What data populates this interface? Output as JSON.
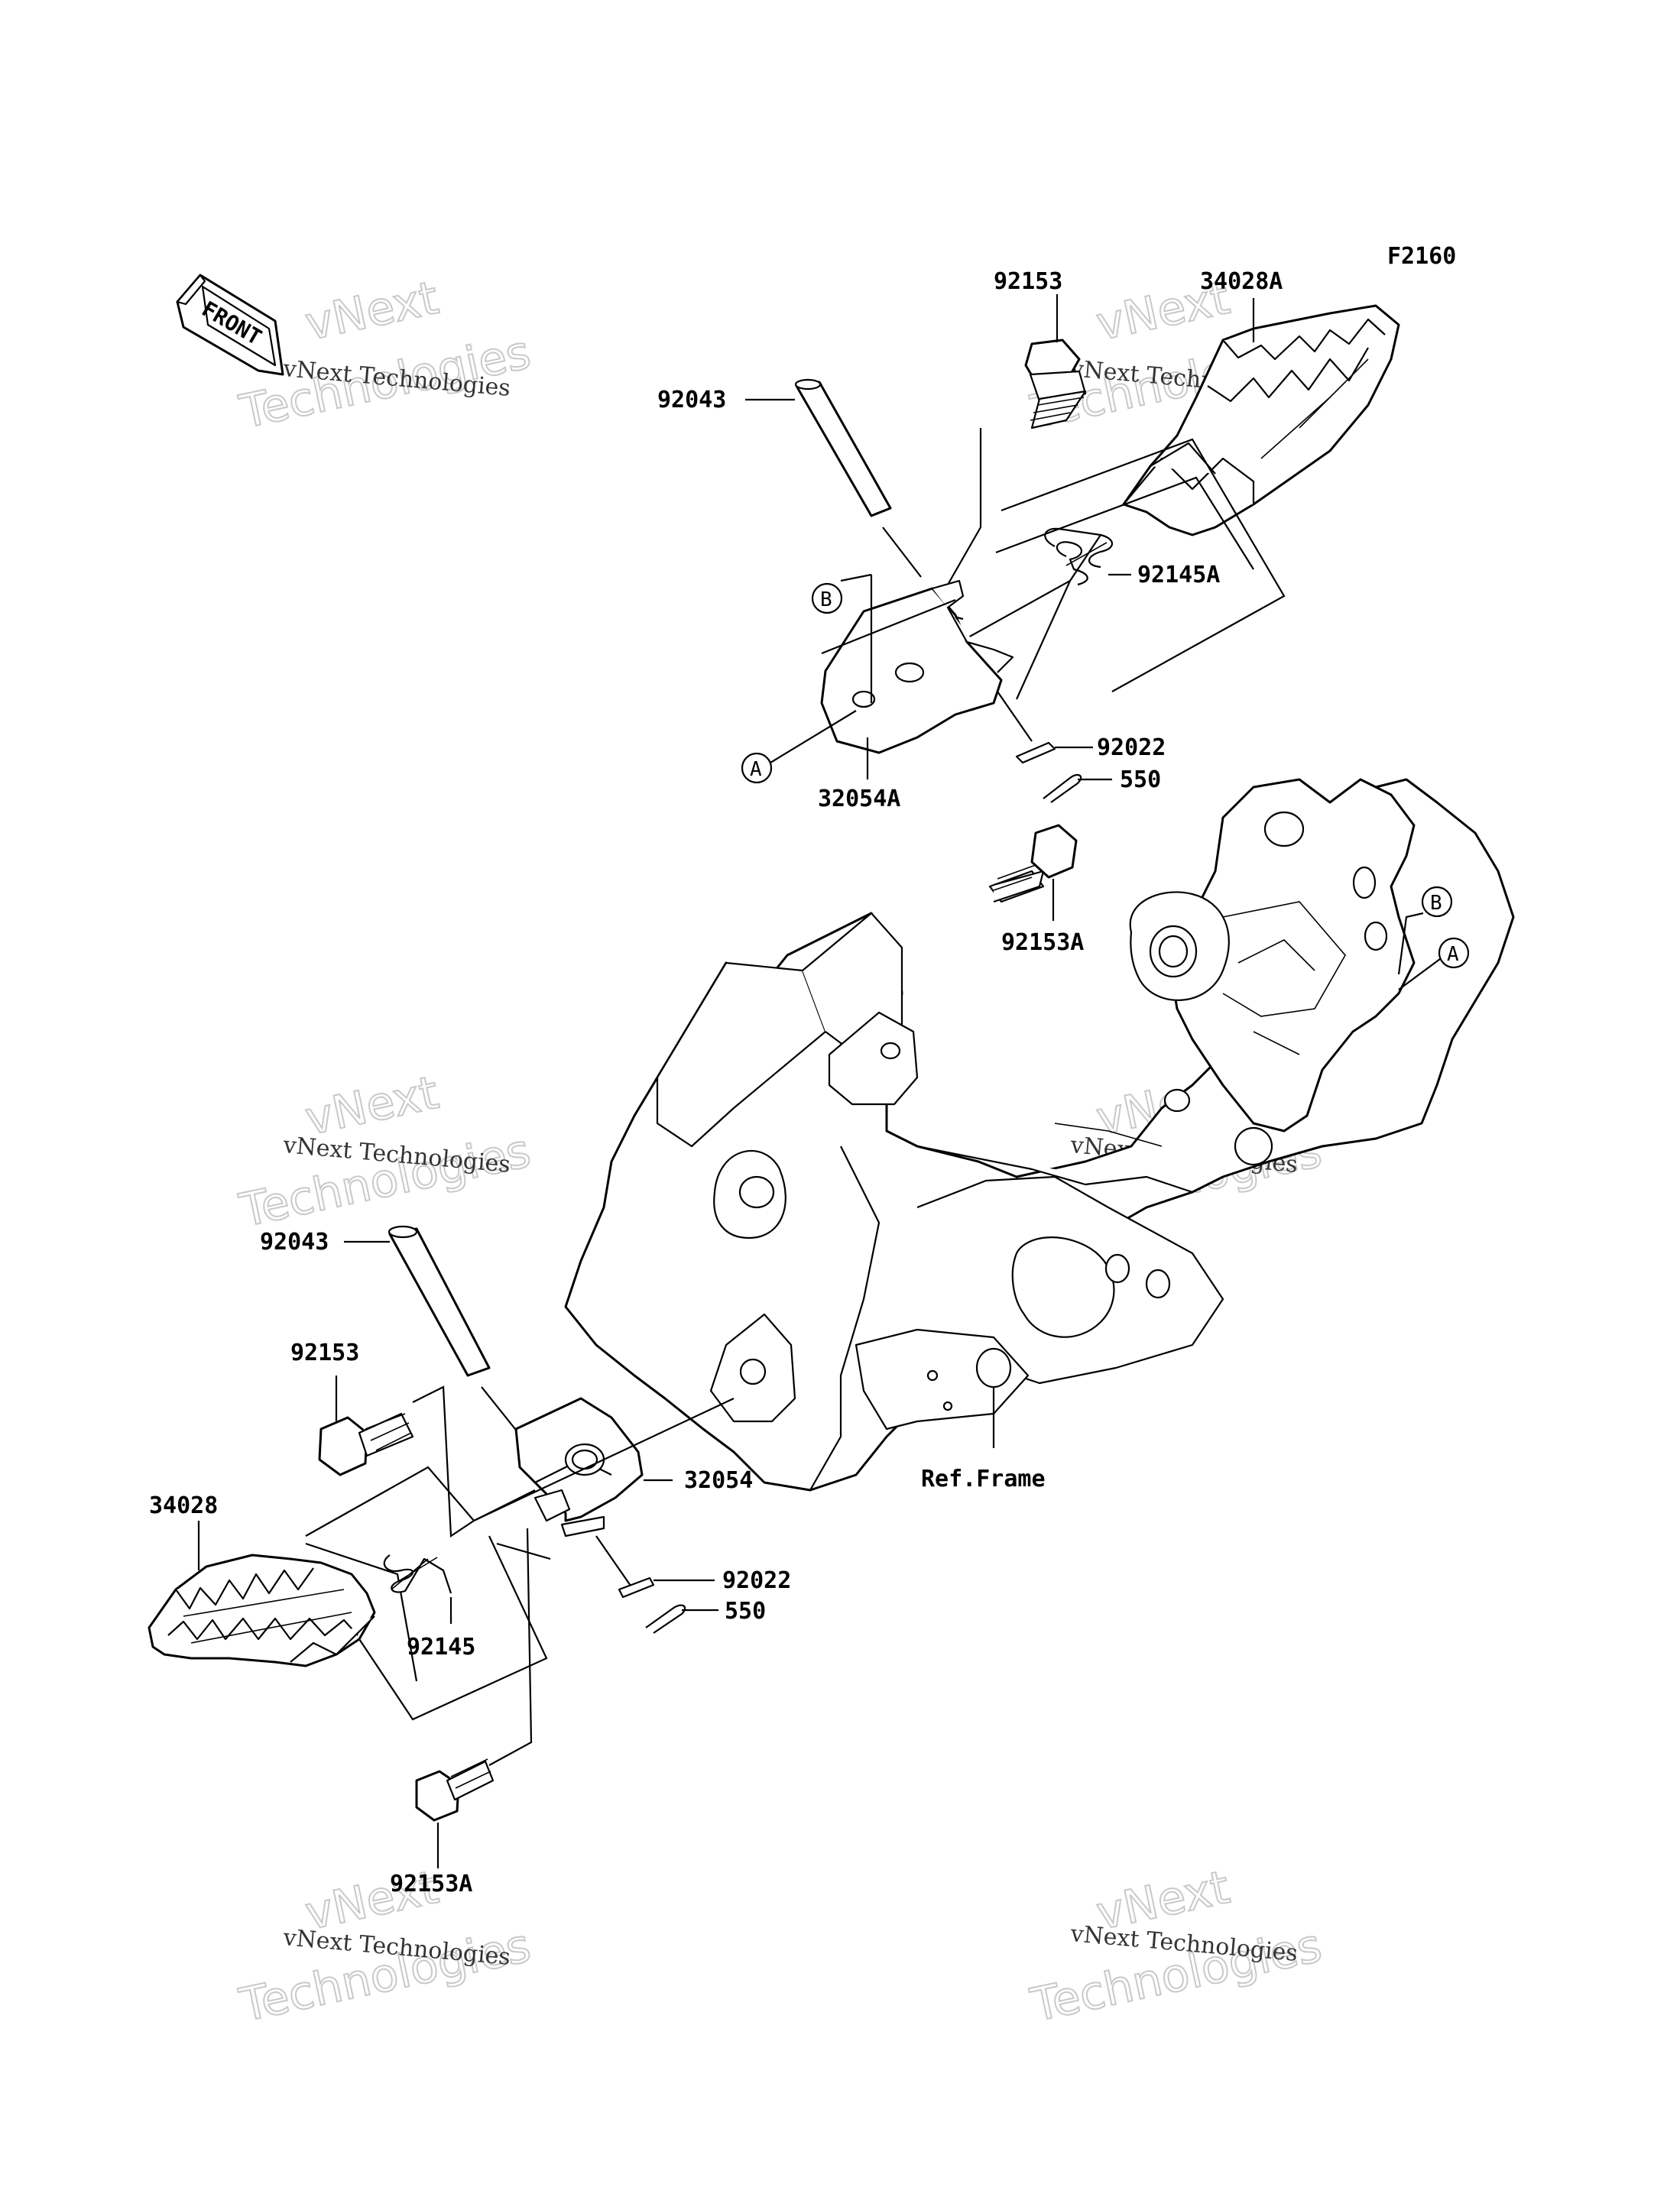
{
  "figure_code": "F2160",
  "front_label": "FRONT",
  "watermark": {
    "line1": "vNext",
    "line2": "Technologies",
    "line3": "vNext Technologies"
  },
  "reference_letters": {
    "a": "A",
    "b": "B"
  },
  "parts": {
    "upper": {
      "bolt_top": "92153",
      "footpeg_right": "34028A",
      "pin_top": "92043",
      "spring_right": "92145A",
      "washer_right": "92022",
      "cotter_right": "550",
      "bracket_right": "32054A",
      "bolt_right_lower": "92153A"
    },
    "lower": {
      "pin_left": "92043",
      "bolt_left": "92153",
      "footpeg_left": "34028",
      "bracket_left": "32054",
      "spring_left": "92145",
      "washer_left": "92022",
      "cotter_left": "550",
      "bolt_left_lower": "92153A",
      "frame_ref": "Ref.Frame"
    }
  }
}
